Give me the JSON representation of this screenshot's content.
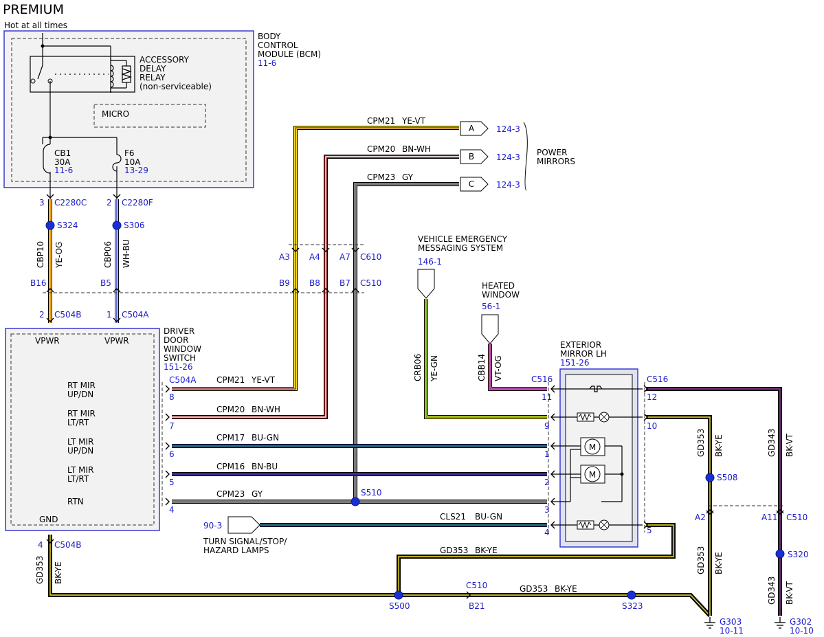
{
  "title": "PREMIUM",
  "hot_label": "Hot at all times",
  "bcm": {
    "name": [
      "BODY",
      "CONTROL",
      "MODULE (BCM)"
    ],
    "ref": "11-6"
  },
  "relay": {
    "name": [
      "ACCESSORY",
      "DELAY",
      "RELAY",
      "(non-serviceable)"
    ]
  },
  "micro": "MICRO",
  "cb1": {
    "name": "CB1",
    "rating": "30A",
    "ref": "11-6"
  },
  "f6": {
    "name": "F6",
    "rating": "10A",
    "ref": "13-29"
  },
  "ddws": {
    "name": [
      "DRIVER",
      "DOOR",
      "WINDOW",
      "SWITCH"
    ],
    "ref": "151-26",
    "vpwr": "VPWR",
    "gnd": "GND",
    "labels": [
      [
        "RT MIR",
        "UP/DN"
      ],
      [
        "RT MIR",
        "LT/RT"
      ],
      [
        "LT MIR",
        "UP/DN"
      ],
      [
        "LT MIR",
        "LT/RT"
      ],
      [
        "RTN"
      ]
    ]
  },
  "mirror": {
    "name": [
      "EXTERIOR",
      "MIRROR LH"
    ],
    "ref": "151-26"
  },
  "power_mirrors": [
    "POWER",
    "MIRRORS"
  ],
  "vems": {
    "name": [
      "VEHICLE EMERGENCY",
      "MESSAGING SYSTEM"
    ],
    "ref": "146-1"
  },
  "heated": {
    "name": [
      "HEATED",
      "WINDOW"
    ],
    "ref": "56-1"
  },
  "turn": {
    "name": [
      "TURN SIGNAL/STOP/",
      "HAZARD LAMPS"
    ],
    "ref": "90-3"
  },
  "mirror_outputs": [
    {
      "pin": "A",
      "ref": "124-3",
      "circuit": "CPM21",
      "color": "YE-VT"
    },
    {
      "pin": "B",
      "ref": "124-3",
      "circuit": "CPM20",
      "color": "BN-WH"
    },
    {
      "pin": "C",
      "ref": "124-3",
      "circuit": "CPM23",
      "color": "GY"
    }
  ],
  "switch_wires": [
    {
      "circuit": "CPM21",
      "color": "YE-VT",
      "pin_left": "8",
      "pin_right": ""
    },
    {
      "circuit": "CPM20",
      "color": "BN-WH",
      "pin_left": "7",
      "pin_right": ""
    },
    {
      "circuit": "CPM17",
      "color": "BU-GN",
      "pin_left": "6",
      "pin_right": "1"
    },
    {
      "circuit": "CPM16",
      "color": "BN-BU",
      "pin_left": "5",
      "pin_right": "2"
    },
    {
      "circuit": "CPM23",
      "color": "GY",
      "pin_left": "4",
      "pin_right": "3"
    }
  ],
  "connectors": {
    "c2280c": "C2280C",
    "c2280f": "C2280F",
    "c504b": "C504B",
    "c504a": "C504A",
    "c610": "C610",
    "c510": "C510",
    "c516": "C516"
  },
  "pins": {
    "c2280c": "3",
    "c2280f": "2",
    "c504b_top": "2",
    "c504a_top": "1",
    "b16": "B16",
    "b5": "B5",
    "b9": "B9",
    "b8": "B8",
    "b7": "B7",
    "a3": "A3",
    "a4": "A4",
    "a7": "A7",
    "a2": "A2",
    "a11": "A11",
    "b21": "B21",
    "m11": "11",
    "m9": "9",
    "m4": "4",
    "m12": "12",
    "m10": "10",
    "m5": "5",
    "gnd_pin": "4"
  },
  "splices": {
    "s324": "S324",
    "s306": "S306",
    "s510": "S510",
    "s500": "S500",
    "s323": "S323",
    "s508": "S508",
    "s320": "S320"
  },
  "wires": {
    "cbp10": {
      "circuit": "CBP10",
      "color": "YE-OG"
    },
    "cbp06": {
      "circuit": "CBP06",
      "color": "WH-BU"
    },
    "crb06": {
      "circuit": "CRB06",
      "color": "YE-GN"
    },
    "cbb14": {
      "circuit": "CBB14",
      "color": "VT-OG"
    },
    "cls21": {
      "circuit": "CLS21",
      "color": "BU-GN"
    },
    "gd353": {
      "circuit": "GD353",
      "color": "BK-YE"
    },
    "gd343": {
      "circuit": "GD343",
      "color": "BK-VT"
    }
  },
  "motor_label": "M",
  "grounds": {
    "g303": {
      "name": "G303",
      "ref": "10-11"
    },
    "g302": {
      "name": "G302",
      "ref": "10-10"
    }
  },
  "colors": {
    "yellow": "#f5dc1e",
    "brown": "#8b1a1a",
    "gray": "#7a7a7a",
    "blue": "#1a2fd0",
    "pink": "#f27fa8",
    "purple": "#5a2a6a",
    "black": "#111111",
    "module": "#3a3acc",
    "fill": "#f2f2f2",
    "accent": "#1a1acc"
  }
}
